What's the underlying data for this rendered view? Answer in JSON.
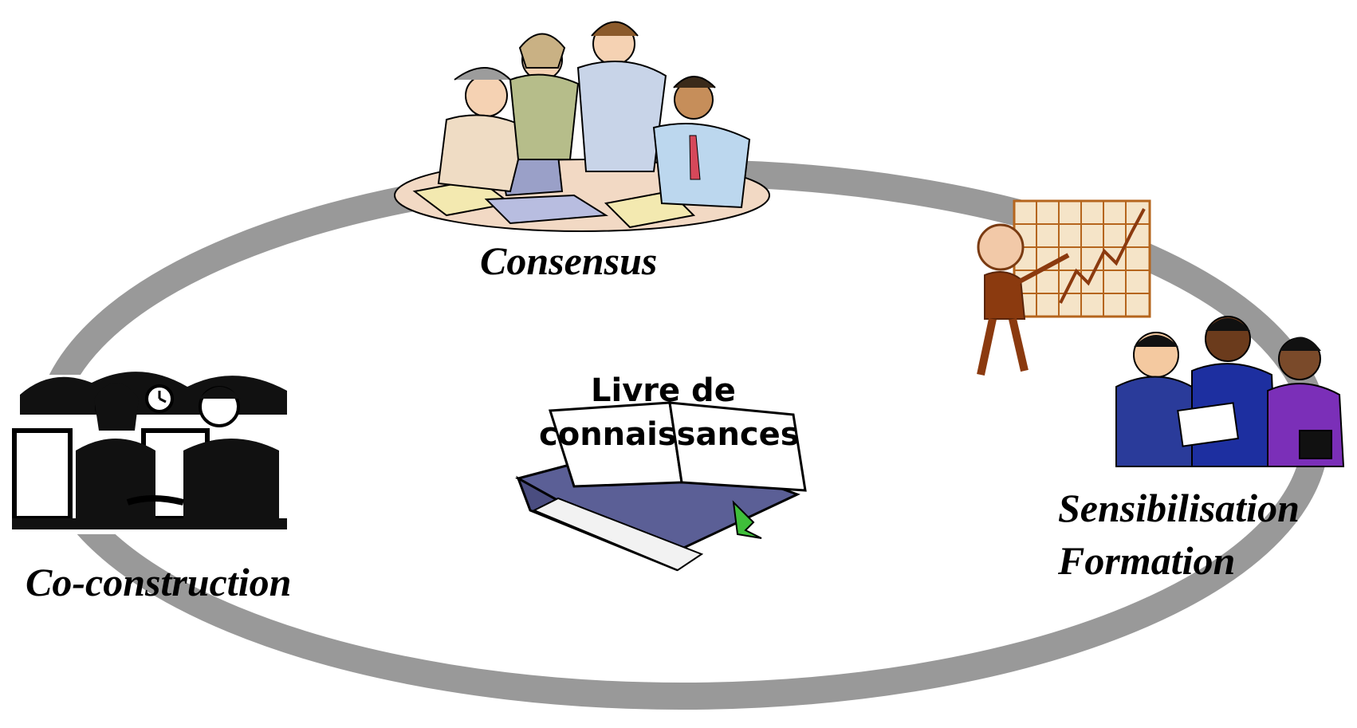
{
  "diagram": {
    "center_label_line1": "Livre de",
    "center_label_line2": "connaissances",
    "nodes": [
      {
        "label": "Consensus",
        "icon": "team-meeting-laptop-icon"
      },
      {
        "label": "Sensibilisation",
        "label2": "Formation",
        "icon": "presenter-chart-audience-icon"
      },
      {
        "label": "Co-construction",
        "icon": "handshake-office-icon"
      }
    ],
    "ring_color": "#999999",
    "book_color": "#5b5f96",
    "bookmark_color": "#3fbf3a"
  }
}
